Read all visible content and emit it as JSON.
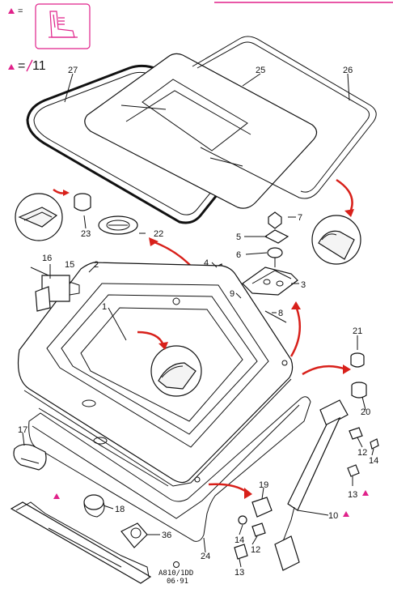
{
  "legend": {
    "equals_mark": "=",
    "count": "11",
    "accent_color": "#e0218a"
  },
  "callouts": [
    {
      "id": "c1",
      "label": "1"
    },
    {
      "id": "c2",
      "label": "2"
    },
    {
      "id": "c3",
      "label": "3"
    },
    {
      "id": "c4",
      "label": "4"
    },
    {
      "id": "c5",
      "label": "5"
    },
    {
      "id": "c6",
      "label": "6"
    },
    {
      "id": "c7",
      "label": "7"
    },
    {
      "id": "c8",
      "label": "8"
    },
    {
      "id": "c9",
      "label": "9"
    },
    {
      "id": "c10",
      "label": "10"
    },
    {
      "id": "c12a",
      "label": "12"
    },
    {
      "id": "c12b",
      "label": "12"
    },
    {
      "id": "c13a",
      "label": "13"
    },
    {
      "id": "c13b",
      "label": "13"
    },
    {
      "id": "c14a",
      "label": "14"
    },
    {
      "id": "c14b",
      "label": "14"
    },
    {
      "id": "c15",
      "label": "15"
    },
    {
      "id": "c16",
      "label": "16"
    },
    {
      "id": "c17",
      "label": "17"
    },
    {
      "id": "c18",
      "label": "18"
    },
    {
      "id": "c19",
      "label": "19"
    },
    {
      "id": "c20",
      "label": "20"
    },
    {
      "id": "c21",
      "label": "21"
    },
    {
      "id": "c22",
      "label": "22"
    },
    {
      "id": "c23",
      "label": "23"
    },
    {
      "id": "c24",
      "label": "24"
    },
    {
      "id": "c25",
      "label": "25"
    },
    {
      "id": "c26",
      "label": "26"
    },
    {
      "id": "c27",
      "label": "27"
    },
    {
      "id": "c36",
      "label": "36"
    }
  ],
  "footer": {
    "code_line1": "A810/1DD",
    "code_line2": "06·91"
  },
  "icons": {
    "seat": "seat-icon",
    "marker": "pink-triangle-marker"
  }
}
